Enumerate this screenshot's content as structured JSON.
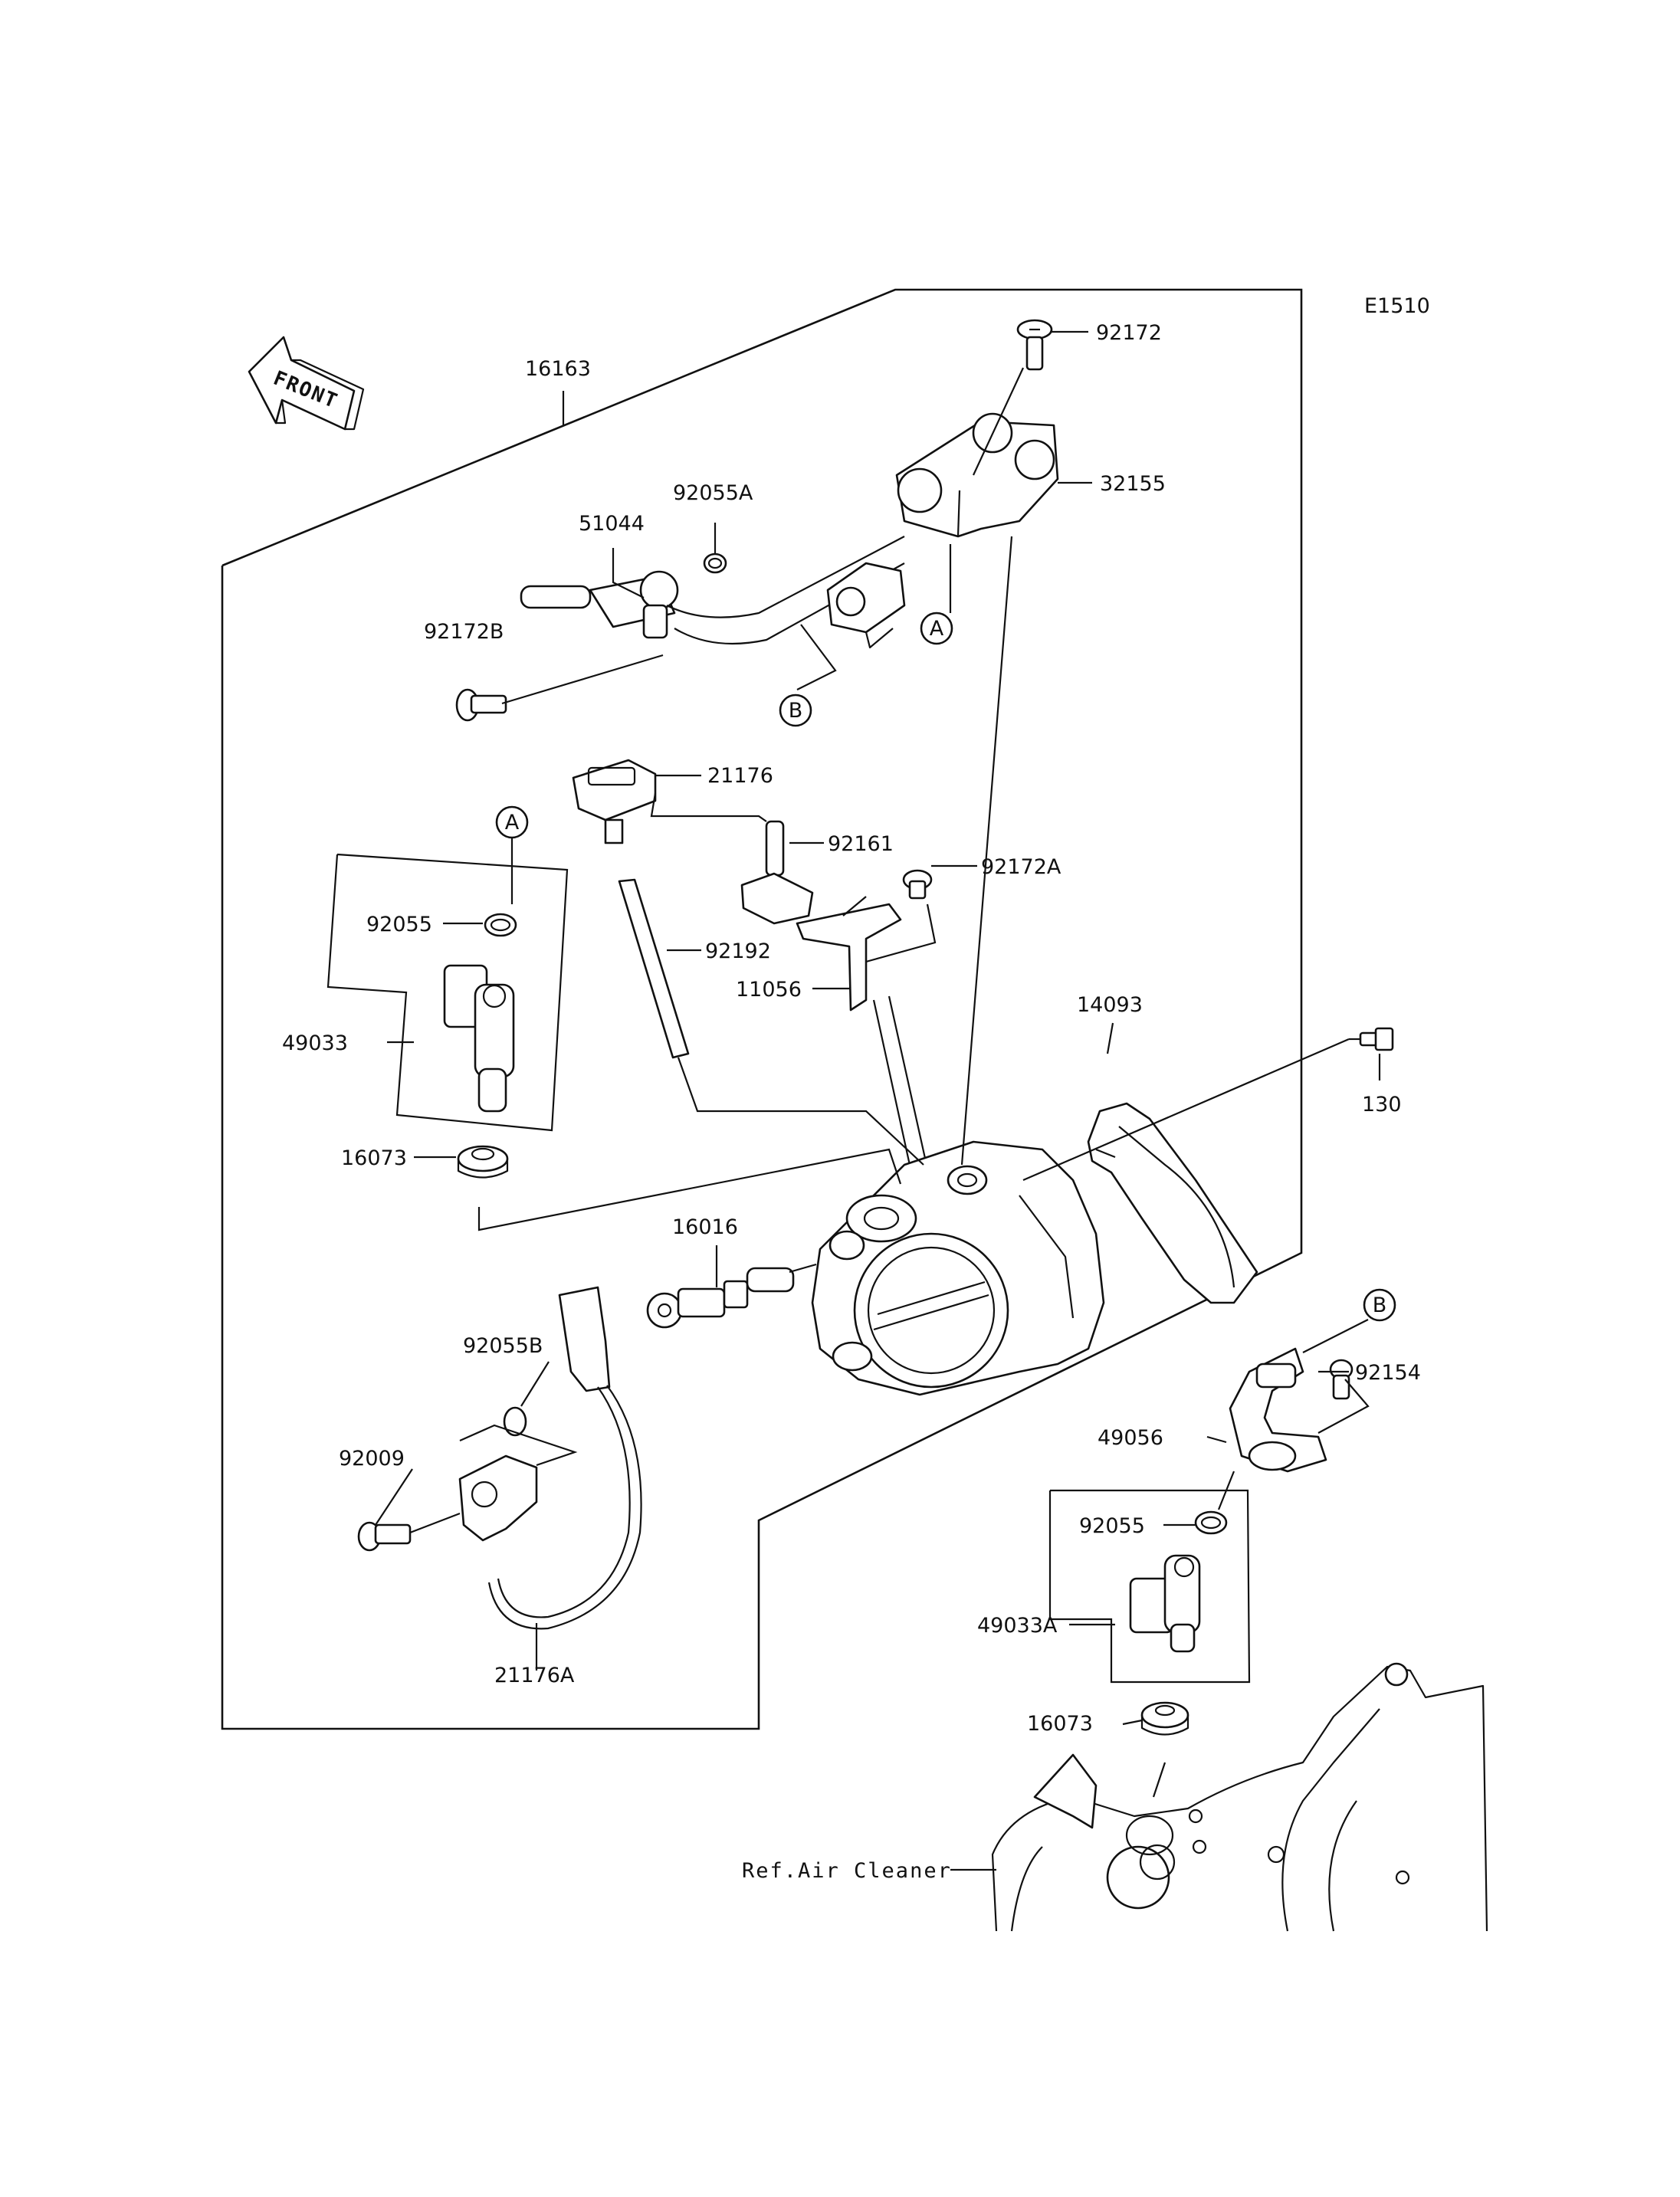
{
  "diagram": {
    "code": "E1510",
    "front_label": "FRONT",
    "ref_note": "Ref.Air Cleaner",
    "markers": {
      "a": "A",
      "b": "B"
    },
    "labels": {
      "p16163": "16163",
      "p92172": "92172",
      "p32155": "32155",
      "p92055A": "92055A",
      "p51044": "51044",
      "p92172B": "92172B",
      "p21176": "21176",
      "p92161": "92161",
      "p92172A": "92172A",
      "p92055": "92055",
      "p92192": "92192",
      "p11056": "11056",
      "p14093": "14093",
      "p49033": "49033",
      "p130": "130",
      "p16073": "16073",
      "p16016": "16016",
      "p92055B": "92055B",
      "p92154": "92154",
      "p92009": "92009",
      "p49056": "49056",
      "p92055_2": "92055",
      "p49033A": "49033A",
      "p21176A": "21176A",
      "p16073_2": "16073"
    }
  }
}
